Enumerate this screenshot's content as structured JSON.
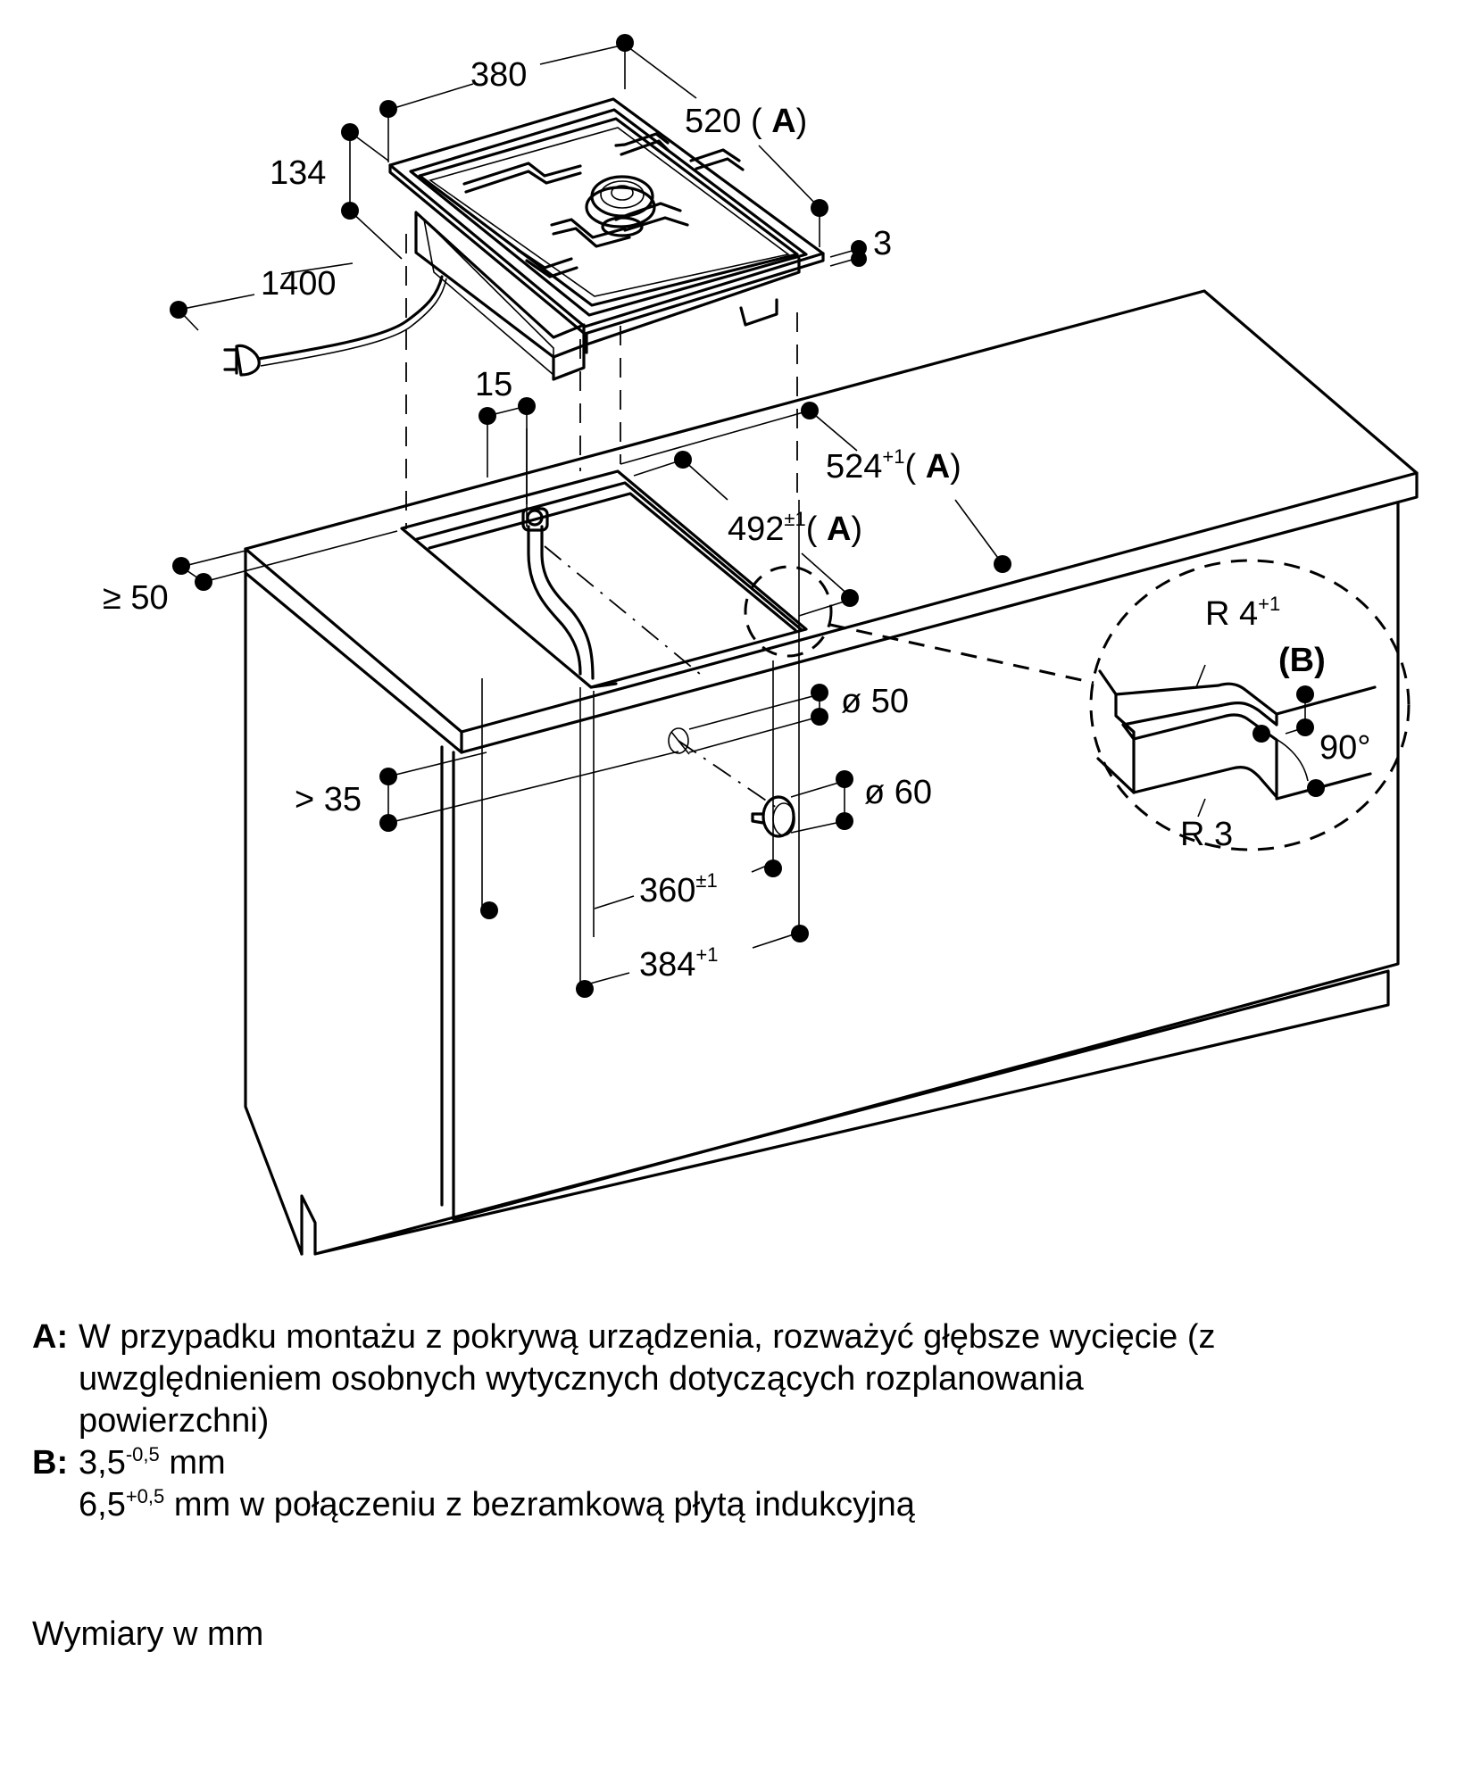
{
  "dimensions": {
    "width_380": "380",
    "depth_520": "520",
    "depth_520_ref": "A",
    "height_134": "134",
    "cable_1400": "1400",
    "rim_3": "3",
    "offset_15": "15",
    "cutout_depth_524": "524",
    "cutout_depth_524_tol": "+1",
    "cutout_depth_524_ref": "A",
    "inner_depth_492": "492",
    "inner_depth_492_tol": "±1",
    "inner_depth_492_ref": "A",
    "front_distance": "≥ 50",
    "hole_50": "ø 50",
    "hole_60": "ø 60",
    "edge_35": "> 35",
    "inner_width_360": "360",
    "inner_width_360_tol": "±1",
    "cutout_width_384": "384",
    "cutout_width_384_tol": "+1"
  },
  "detail": {
    "radius_top": "R 4",
    "radius_top_tol": "+1",
    "ref_b": "(B)",
    "angle": "90°",
    "radius_bottom": "R 3"
  },
  "notes": [
    {
      "key": "A:",
      "lines": [
        "W przypadku montażu z pokrywą urządzenia, rozważyć głębsze wycięcie (z",
        "uwzględnieniem osobnych wytycznych dotyczących rozplanowania",
        "powierzchni)"
      ]
    },
    {
      "key": "B:",
      "line1_value": "3,5",
      "line1_tol": "-0,5",
      "line1_unit": "mm",
      "line2_value": "6,5",
      "line2_tol": "+0,5",
      "line2_text": "mm w połączeniu z bezramkową płytą indukcyjną"
    }
  ],
  "footer": "Wymiary w mm"
}
